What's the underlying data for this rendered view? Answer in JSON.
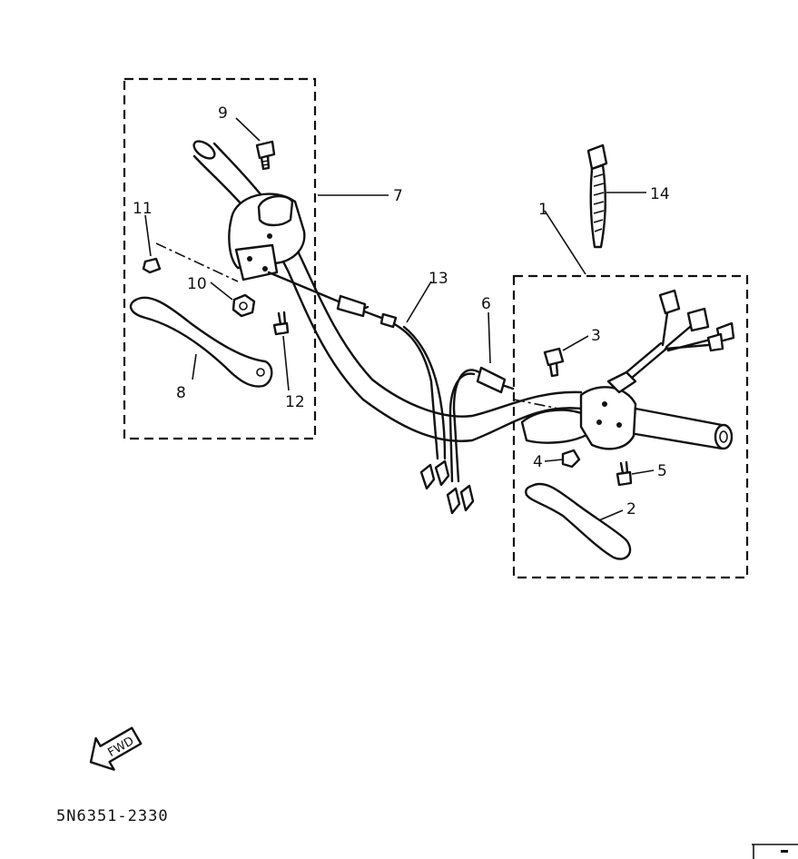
{
  "diagram": {
    "callouts": [
      "1",
      "2",
      "3",
      "4",
      "5",
      "6",
      "7",
      "8",
      "9",
      "10",
      "11",
      "12",
      "13",
      "14"
    ],
    "fwd_label": "FWD",
    "part_code": "5N6351-2330"
  }
}
